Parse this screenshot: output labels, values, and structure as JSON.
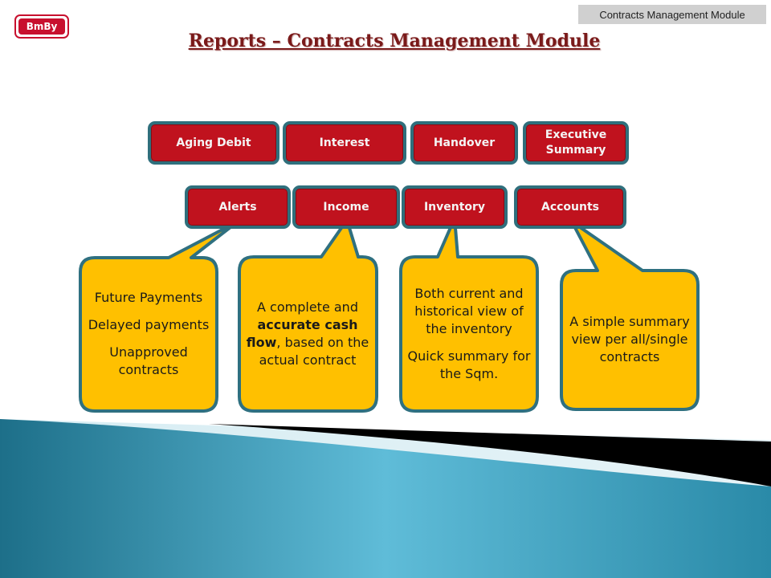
{
  "header": {
    "logo_text": "BmBy",
    "module_tag": "Contracts Management Module",
    "title": "Reports – Contracts Management Module"
  },
  "reports_row1": [
    "Aging Debit",
    "Interest",
    "Handover",
    "Executive Summary"
  ],
  "reports_row2": [
    "Alerts",
    "Income",
    "Inventory",
    "Accounts"
  ],
  "callouts": {
    "alerts": [
      "Future Payments",
      "Delayed payments",
      "Unapproved contracts"
    ],
    "income": {
      "pre": "A complete and ",
      "bold1": "accurate cash flow",
      "post": ", based on the actual contract"
    },
    "inventory": [
      "Both current and historical view of the inventory",
      "Quick summary for the Sqm."
    ],
    "accounts": "A simple summary view per all/single contracts"
  },
  "colors": {
    "button_fill": "#c0121e",
    "button_border": "#2f6f7c",
    "callout_fill": "#ffc000",
    "callout_border": "#2f7080",
    "title_color": "#7a1a1a"
  }
}
